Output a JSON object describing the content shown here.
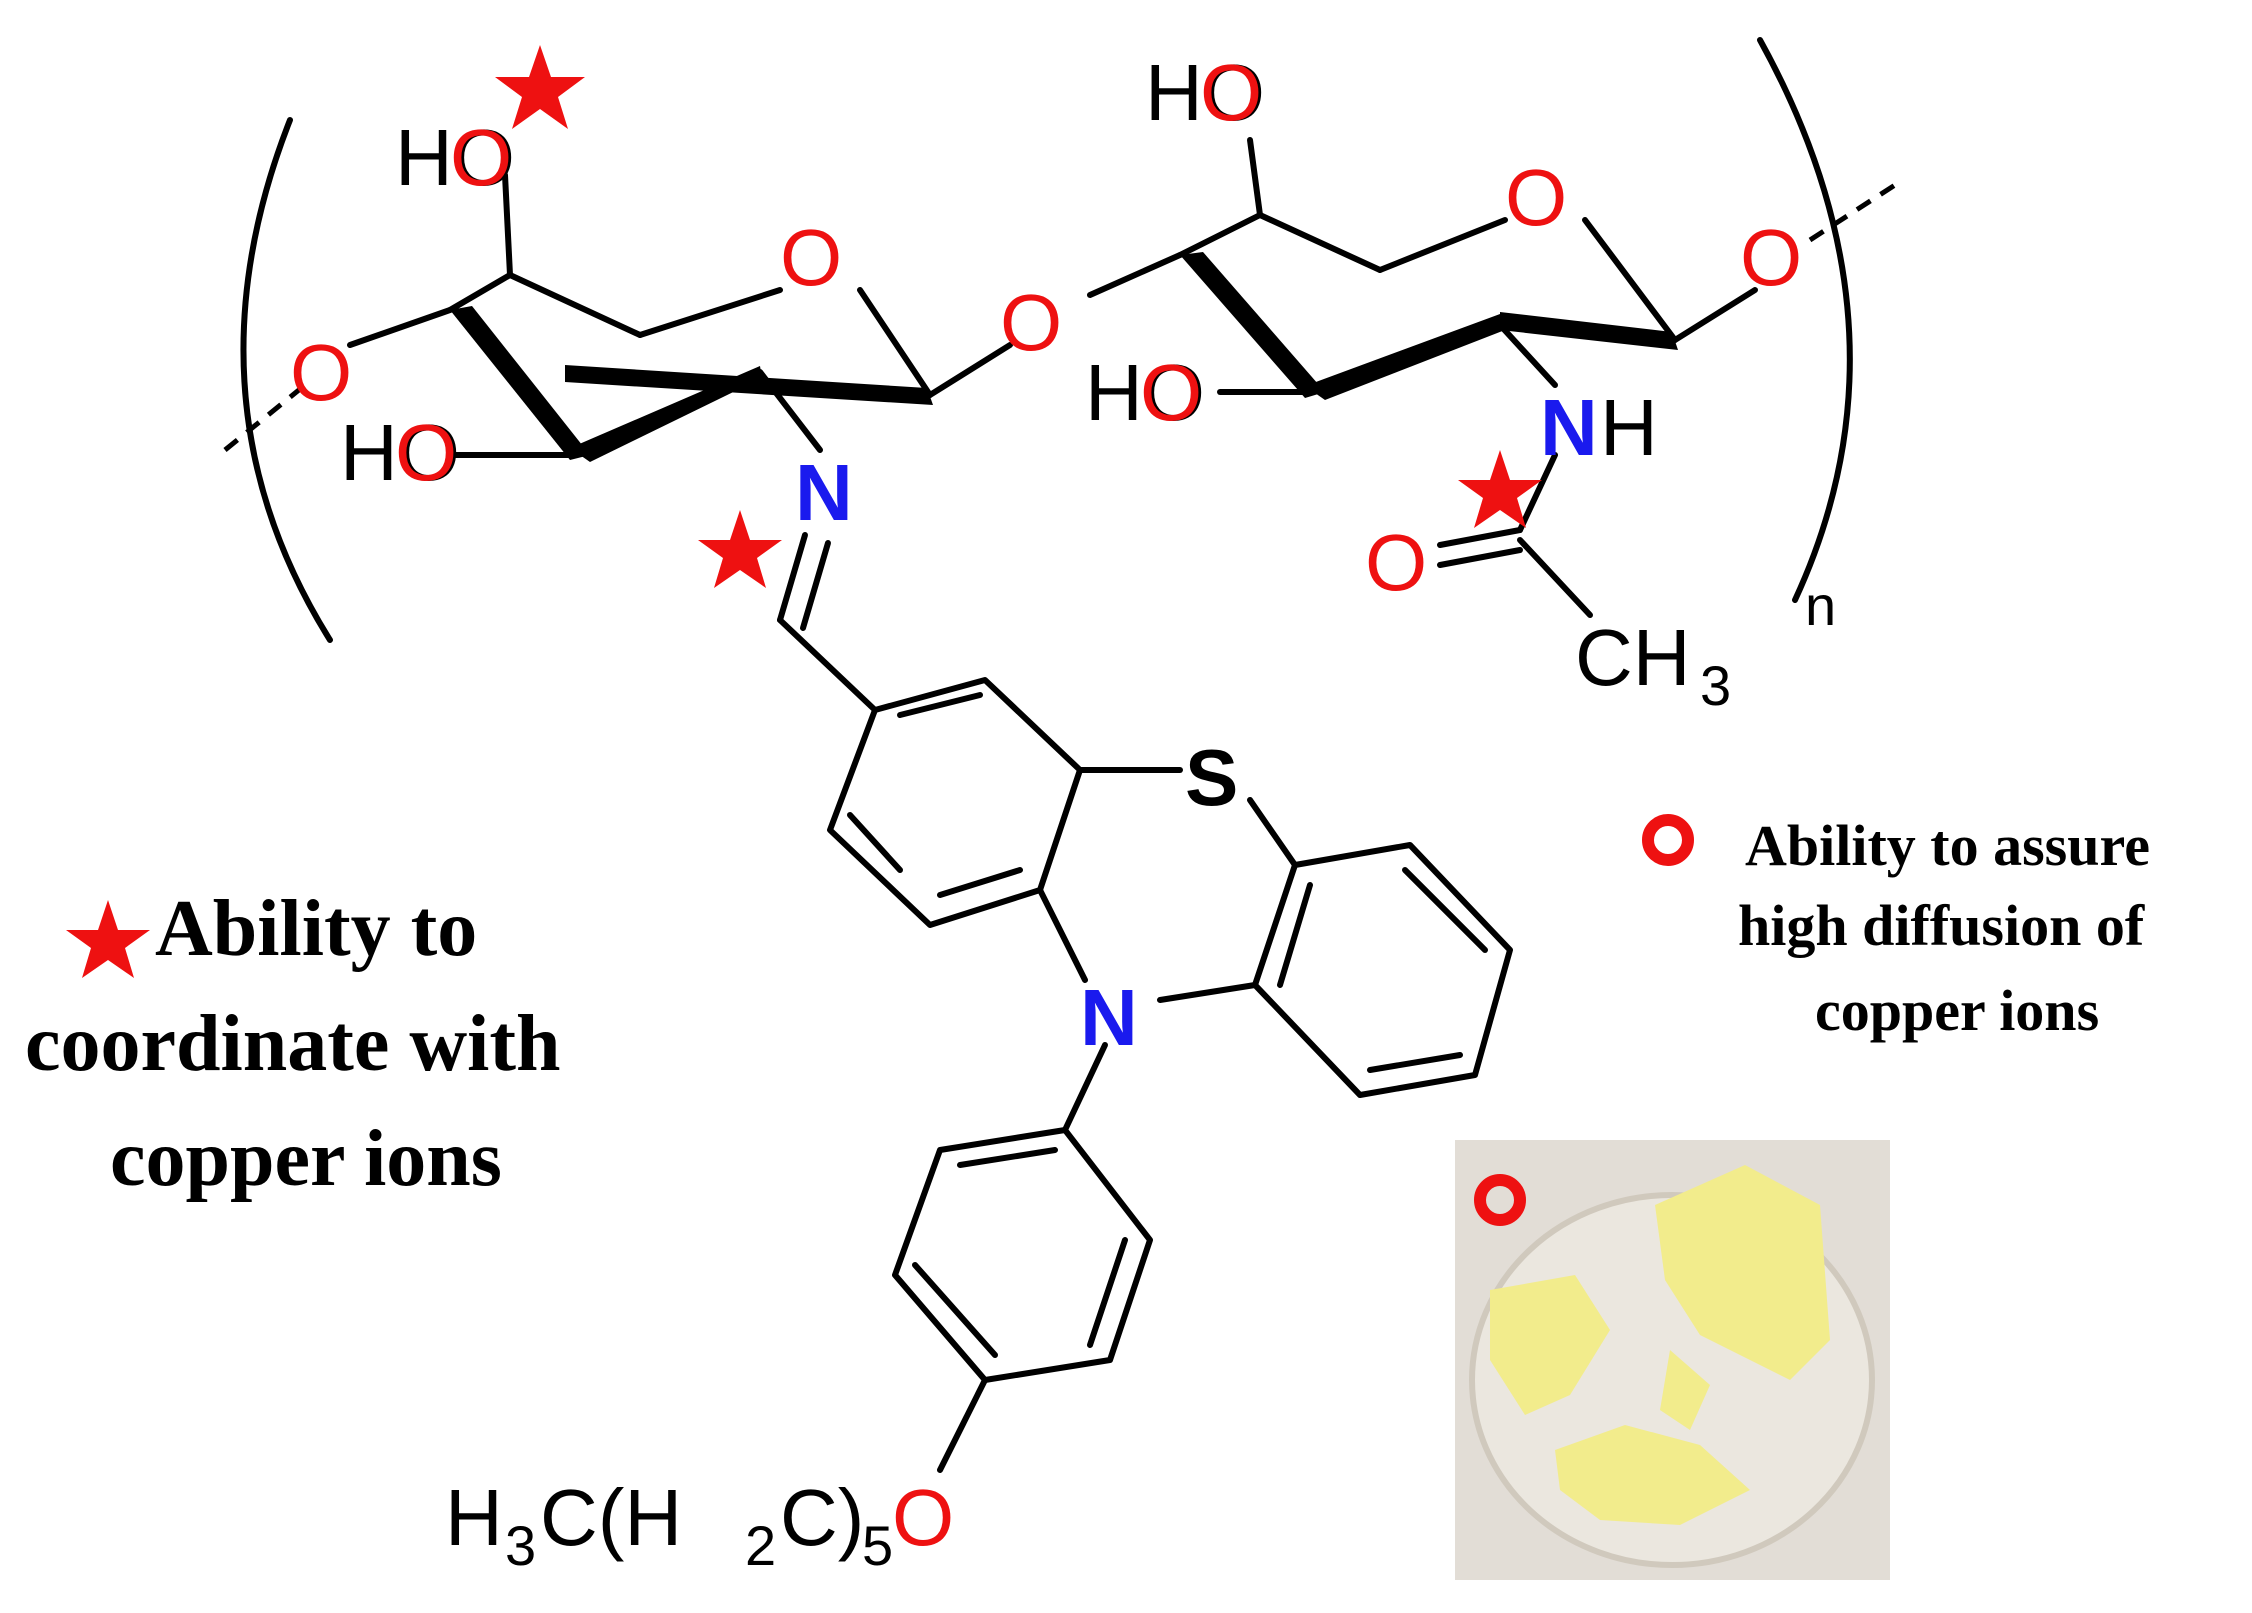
{
  "colors": {
    "oxygen": "#ee1111",
    "nitrogen": "#1a1aee",
    "carbon": "#000000",
    "marker": "#ee1111",
    "sulfur": "#000000"
  },
  "atoms": {
    "ho": "HO",
    "o": "O",
    "n": "N",
    "nh_n": "N",
    "nh_h": "H",
    "s": "S",
    "ch3_main": "CH",
    "ch3_sub": "3",
    "repeat_sub": "n",
    "chain_h3": "H",
    "chain_3": "3",
    "chain_c_open": "C(H",
    "chain_2": "2",
    "chain_c_close": "C)",
    "chain_5": "5"
  },
  "markers": {
    "star": "star-icon",
    "ring": "ring-icon"
  },
  "legend": {
    "star_line1": "Ability to",
    "star_line2": "coordinate with",
    "star_line3": "copper ions",
    "ring_line1": "Ability to assure",
    "ring_line2": "high diffusion of",
    "ring_line3": "copper ions"
  },
  "photo": {
    "marker": "ring-icon",
    "dish_color": "#d8d2c8",
    "flake_color": "#f2ec8c"
  }
}
